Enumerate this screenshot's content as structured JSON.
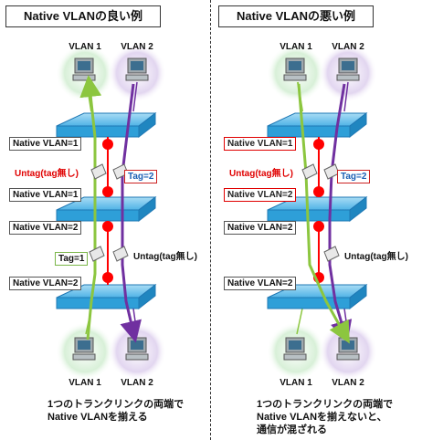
{
  "good": {
    "title": "Native VLANの良い例",
    "vlan1": "VLAN 1",
    "vlan2": "VLAN 2",
    "native_top_1": "Native VLAN=1",
    "untag_top": "Untag(tag無し)",
    "tag_top": "Tag=2",
    "native_mid_1": "Native VLAN=1",
    "native_mid_2": "Native VLAN=2",
    "tag_bottom": "Tag=1",
    "untag_bottom": "Untag(tag無し)",
    "native_bottom_2": "Native VLAN=2",
    "caption_line1": "1つのトランクリンクの両端で",
    "caption_line2": "Native VLANを揃える"
  },
  "bad": {
    "title": "Native VLANの悪い例",
    "vlan1": "VLAN 1",
    "vlan2": "VLAN 2",
    "native_top_1": "Native VLAN=1",
    "untag_top": "Untag(tag無し)",
    "tag_top": "Tag=2",
    "native_mid_2a": "Native VLAN=2",
    "native_mid_2b": "Native VLAN=2",
    "untag_bottom": "Untag(tag無し)",
    "native_bottom_2": "Native VLAN=2",
    "caption_line1": "1つのトランクリンクの両端で",
    "caption_line2": "Native VLANを揃えないと、",
    "caption_line3": "通信が混ざれる"
  },
  "colors": {
    "vlan1_green": "#8cc63f",
    "vlan2_purple": "#7030a0",
    "trunk_red": "#ff0000",
    "switch_blue": "#2e9fd8"
  }
}
